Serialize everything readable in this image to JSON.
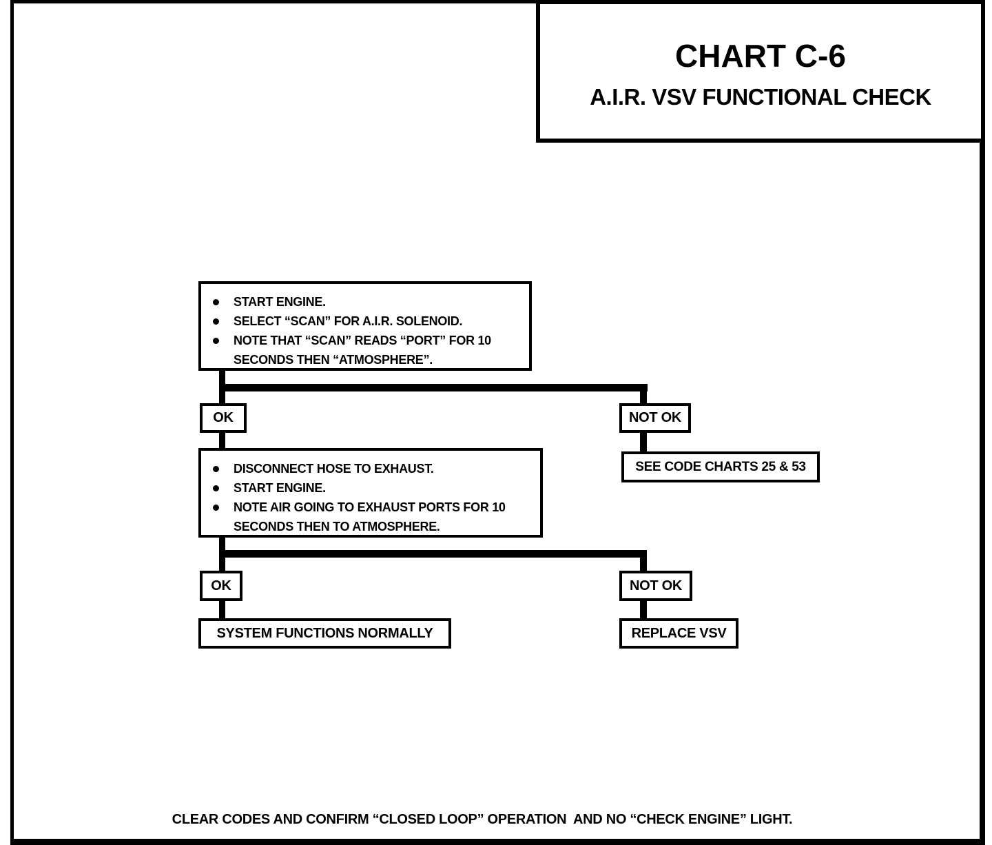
{
  "title": {
    "chart_number": "CHART C-6",
    "chart_name": "A.I.R. VSV FUNCTIONAL CHECK"
  },
  "flowchart": {
    "step1": {
      "items": [
        "START ENGINE.",
        "SELECT “SCAN” FOR A.I.R. SOLENOID.",
        "NOTE THAT “SCAN” READS “PORT” FOR 10 SECONDS THEN “ATMOSPHERE”."
      ]
    },
    "branch1": {
      "ok_label": "OK",
      "not_ok_label": "NOT OK",
      "not_ok_result": "SEE CODE CHARTS 25 & 53"
    },
    "step2": {
      "items": [
        "DISCONNECT HOSE TO EXHAUST.",
        "START ENGINE.",
        "NOTE AIR GOING TO EXHAUST PORTS FOR 10 SECONDS THEN TO ATMOSPHERE."
      ]
    },
    "branch2": {
      "ok_label": "OK",
      "not_ok_label": "NOT OK",
      "ok_result": "SYSTEM FUNCTIONS NORMALLY",
      "not_ok_result": "REPLACE VSV"
    }
  },
  "footer": {
    "note": "CLEAR CODES AND CONFIRM “CLOSED LOOP” OPERATION  AND NO “CHECK ENGINE” LIGHT."
  },
  "colors": {
    "ink": "#000000",
    "paper": "#ffffff"
  }
}
